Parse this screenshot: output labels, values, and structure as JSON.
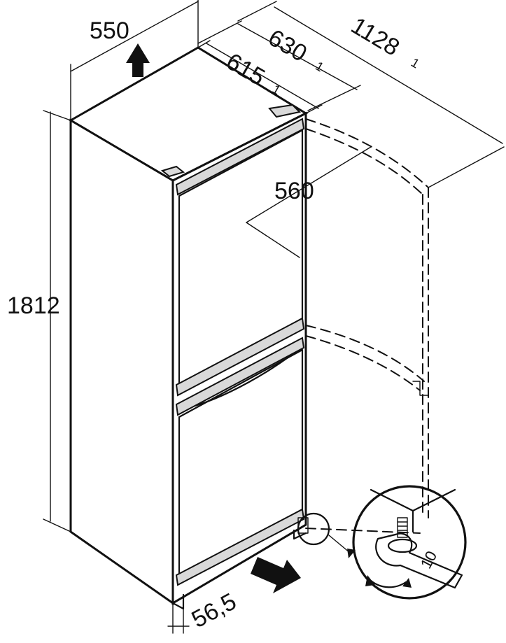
{
  "dimensions": {
    "width": "550",
    "depth_door_open": "630",
    "depth_door_open_sup": "1",
    "depth_total": "1128",
    "depth_total_sup": "1",
    "depth_body": "615",
    "depth_body_sup": "1",
    "door_width": "560",
    "height": "1812",
    "foot_offset": "56,5"
  },
  "detail": {
    "wrench_size": "10"
  },
  "colors": {
    "line": "#111111",
    "trim": "#d9d9d9",
    "background": "#ffffff"
  }
}
